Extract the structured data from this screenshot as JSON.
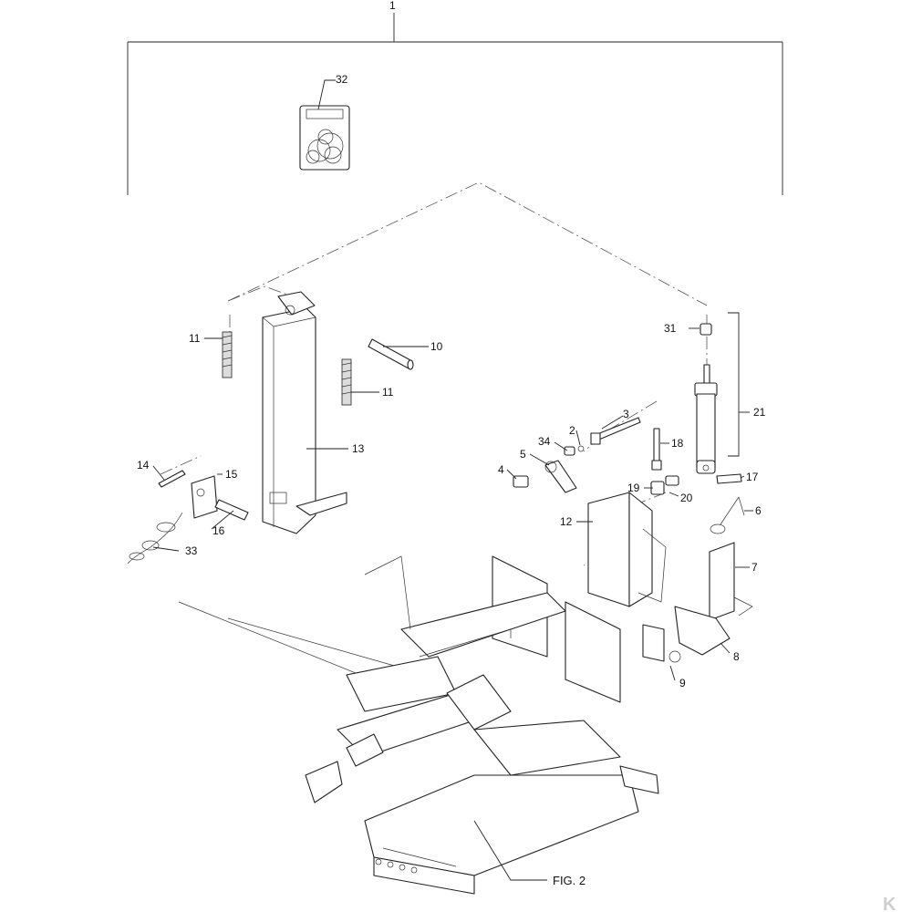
{
  "figure_label": "FIG. 2",
  "callouts": [
    {
      "id": "c1",
      "text": "1"
    },
    {
      "id": "c32",
      "text": "32"
    },
    {
      "id": "c11a",
      "text": "11"
    },
    {
      "id": "c10",
      "text": "10"
    },
    {
      "id": "c11b",
      "text": "11"
    },
    {
      "id": "c13",
      "text": "13"
    },
    {
      "id": "c14",
      "text": "14"
    },
    {
      "id": "c15",
      "text": "15"
    },
    {
      "id": "c16",
      "text": "16"
    },
    {
      "id": "c33",
      "text": "33"
    },
    {
      "id": "c31",
      "text": "31"
    },
    {
      "id": "c21",
      "text": "21"
    },
    {
      "id": "c3",
      "text": "3"
    },
    {
      "id": "c2",
      "text": "2"
    },
    {
      "id": "c34",
      "text": "34"
    },
    {
      "id": "c18",
      "text": "18"
    },
    {
      "id": "c5",
      "text": "5"
    },
    {
      "id": "c4",
      "text": "4"
    },
    {
      "id": "c19",
      "text": "19"
    },
    {
      "id": "c20",
      "text": "20"
    },
    {
      "id": "c17",
      "text": "17"
    },
    {
      "id": "c6",
      "text": "6"
    },
    {
      "id": "c12",
      "text": "12"
    },
    {
      "id": "c7",
      "text": "7"
    },
    {
      "id": "c8",
      "text": "8"
    },
    {
      "id": "c9",
      "text": "9"
    }
  ],
  "logo": {
    "text": "K",
    "color": "#cfcfcf"
  }
}
